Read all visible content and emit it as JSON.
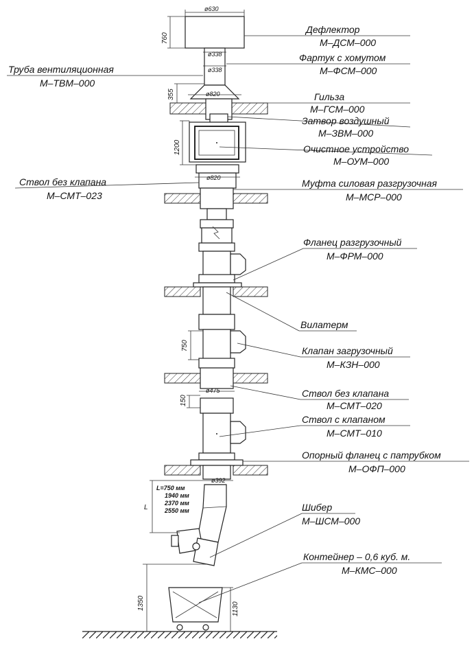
{
  "labels": [
    {
      "id": "deflector",
      "name": "Дефлектор",
      "code": "М–ДСМ–000"
    },
    {
      "id": "apron",
      "name": "Фартук с хомутом",
      "code": "М–ФСМ–000"
    },
    {
      "id": "vent-pipe",
      "name": "Труба вентиляционная",
      "code": "М–ТВМ–000"
    },
    {
      "id": "sleeve",
      "name": "Гильза",
      "code": "М–ГСМ–000"
    },
    {
      "id": "air-gate",
      "name": "Затвор воздушный",
      "code": "М–ЗВМ–000"
    },
    {
      "id": "cleaning-device",
      "name": "Очистное устройство",
      "code": "М–ОУМ–000"
    },
    {
      "id": "trunk-023",
      "name": "Ствол без клапана",
      "code": "М–СМТ–023"
    },
    {
      "id": "power-coupling",
      "name": "Муфта силовая разгрузочная",
      "code": "М–МСР–000"
    },
    {
      "id": "unload-flange",
      "name": "Фланец разгрузочный",
      "code": "М–ФРМ–000"
    },
    {
      "id": "vilaterm",
      "name": "Вилатерм",
      "code": ""
    },
    {
      "id": "load-valve",
      "name": "Клапан загрузочный",
      "code": "М–КЗН–000"
    },
    {
      "id": "trunk-020",
      "name": "Ствол без клапана",
      "code": "М–СМТ–020"
    },
    {
      "id": "trunk-010",
      "name": "Ствол с клапаном",
      "code": "М–СМТ–010"
    },
    {
      "id": "support-flange",
      "name": "Опорный фланец с патрубком",
      "code": "М–ОФП–000"
    },
    {
      "id": "gate",
      "name": "Шибер",
      "code": "М–ШСМ–000"
    },
    {
      "id": "container",
      "name": "Контейнер – 0,6 куб. м.",
      "code": "М–КМС–000"
    }
  ],
  "dimensions": {
    "d630": "ø630",
    "d338a": "ø338",
    "d338b": "ø338",
    "d820a": "ø820",
    "d820b": "ø820",
    "d475": "ø475",
    "d392": "ø392",
    "h760": "760",
    "h355": "355",
    "h1200": "1200",
    "h750": "750",
    "h150": "150",
    "h1350": "1350",
    "h1130": "1130",
    "L": "L"
  },
  "lengths": [
    "L=750 мм",
    "1940 мм",
    "2370 мм",
    "2550 мм"
  ]
}
